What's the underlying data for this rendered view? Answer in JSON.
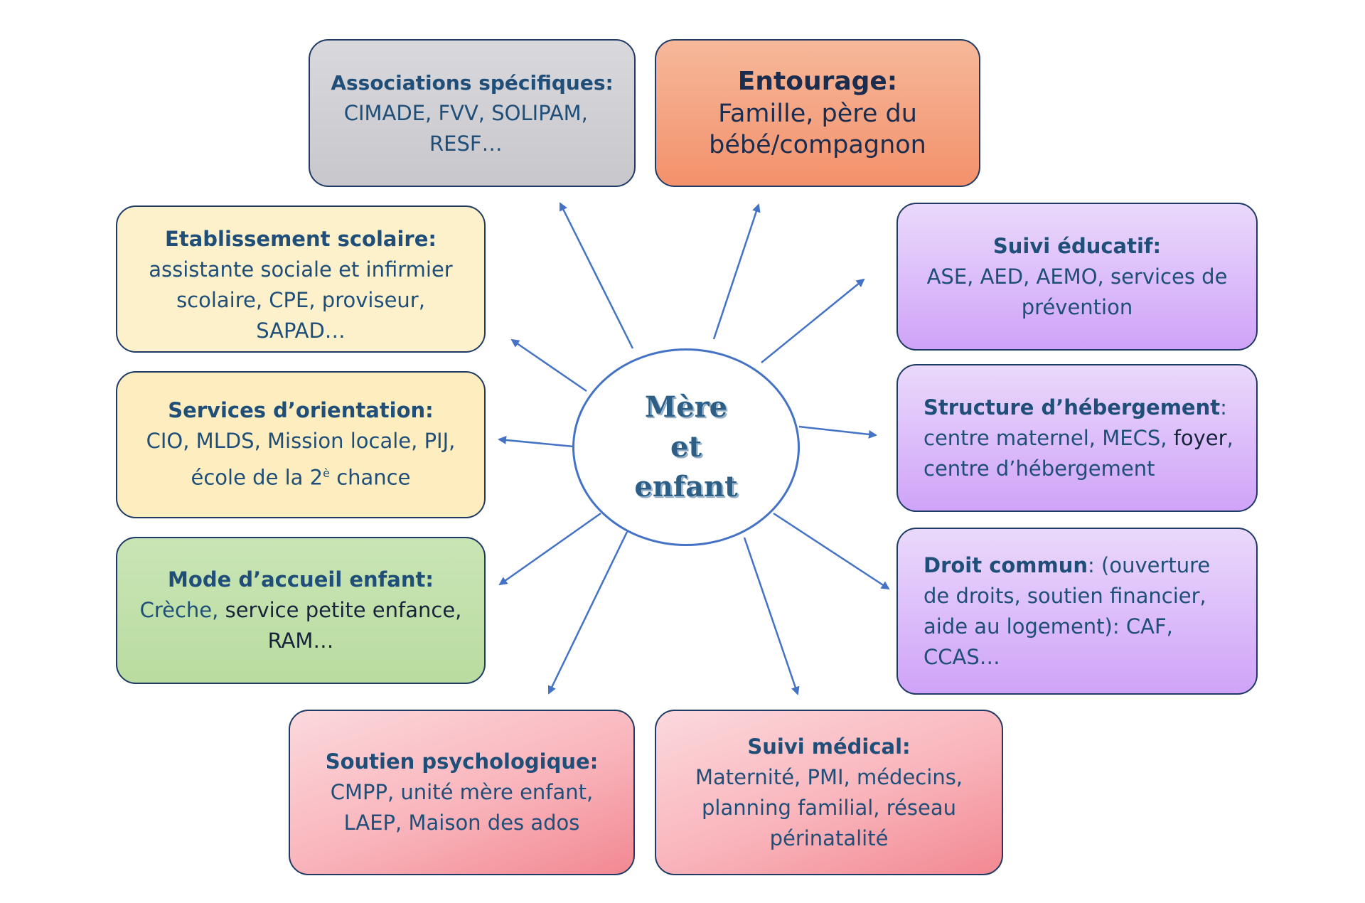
{
  "center": {
    "label": "Mère et enfant"
  },
  "colors": {
    "arrow": "#4472c4",
    "box_border": "#1f3a64",
    "text": "#1f4e79"
  },
  "boxes": {
    "associations": {
      "title": "Associations spécifiques:",
      "body": "CIMADE, FVV, SOLIPAM, RESF…"
    },
    "entourage": {
      "title": "Entourage:",
      "body": "Famille, père du bébé/compagnon"
    },
    "etablissement": {
      "title": "Etablissement scolaire:",
      "body": "assistante sociale et infirmier scolaire, CPE, proviseur, SAPAD…"
    },
    "services_orientation": {
      "title": "Services d’orientation:",
      "body_line1": "CIO, MLDS, Mission locale, PIJ,",
      "body_line2_pre": "école de la 2",
      "body_line2_sup": "è",
      "body_line2_post": " chance"
    },
    "mode_accueil": {
      "title": "Mode d’accueil enfant:",
      "body_part1": "Crèche,",
      "body_part2": " service petite enfance, RAM…"
    },
    "soutien_psy": {
      "title": "Soutien psychologique:",
      "body": "CMPP, unité mère enfant, LAEP, Maison des ados"
    },
    "suivi_medical": {
      "title": "Suivi médical:",
      "body": "Maternité, PMI,  médecins, planning familial, réseau périnatalité"
    },
    "suivi_educatif": {
      "title": "Suivi éducatif:",
      "body": "ASE, AED, AEMO, services de prévention"
    },
    "structure_hebergement": {
      "title": "Structure d’hébergement",
      "title_suffix": ":",
      "body_part1": "centre maternel, MECS, ",
      "body_part2": "foyer",
      "body_part3": ", centre d’hébergement"
    },
    "droit_commun": {
      "title": "Droit commun",
      "body": ": (ouverture de droits, soutien financier, aide au logement): CAF, CCAS…"
    }
  }
}
